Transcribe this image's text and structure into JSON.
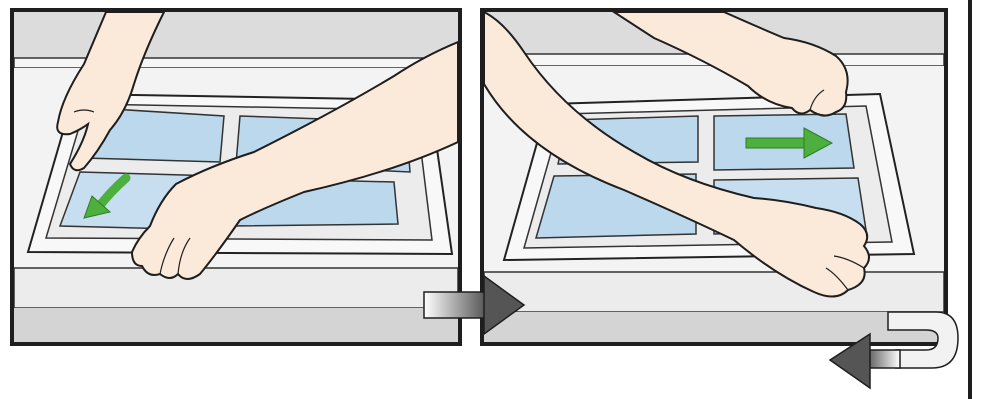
{
  "illustration": {
    "panels": [
      {
        "id": "step-1",
        "glass_arrow_direction": "down-left"
      },
      {
        "id": "step-2",
        "glass_arrow_direction": "right"
      }
    ],
    "flow_arrows": [
      {
        "id": "to-next-panel",
        "direction": "right"
      },
      {
        "id": "return-loop",
        "direction": "left"
      }
    ],
    "colors": {
      "frame": "#f4f4f4",
      "wall": "#dedede",
      "glass": "#bcd8ec",
      "skin": "#fbe9d9",
      "outline": "#1e1e1e",
      "green_arrow": "#4caf3e",
      "gray_arrow": "#7a7a7a"
    }
  }
}
